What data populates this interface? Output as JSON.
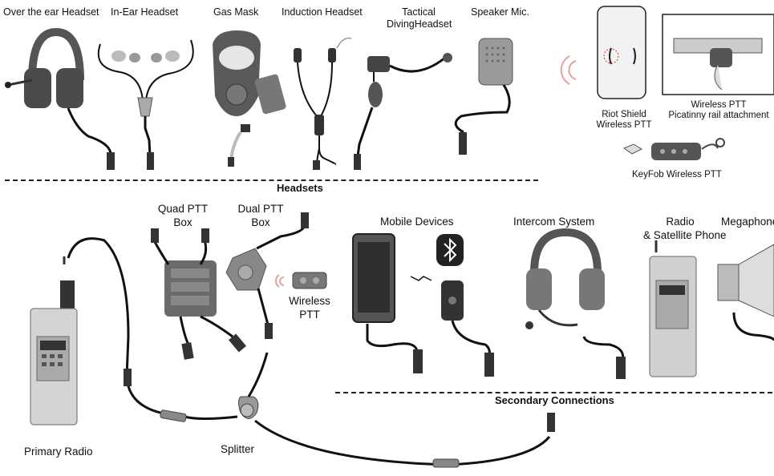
{
  "top_labels": {
    "over_ear": "Over the ear Headset",
    "in_ear": "In-Ear Headset",
    "gas_mask": "Gas Mask",
    "induction": "Induction Headset",
    "tactical_line1": "Tactical",
    "tactical_line2": "DivingHeadset",
    "speaker_mic": "Speaker Mic."
  },
  "wireless_labels": {
    "riot_line1": "Riot Shield",
    "riot_line2": "Wireless PTT",
    "pica_line1": "Wireless PTT",
    "pica_line2": "Picatinny rail attachment",
    "keyfob": "KeyFob Wireless PTT"
  },
  "section_titles": {
    "headsets": "Headsets",
    "secondary": "Secondary Connections"
  },
  "mid_labels": {
    "quad_line1": "Quad PTT",
    "quad_line2": "Box",
    "dual_line1": "Dual PTT",
    "dual_line2": "Box",
    "wireless_line1": "Wireless",
    "wireless_line2": "PTT",
    "mobile": "Mobile Devices",
    "intercom": "Intercom System",
    "radio_line1": "Radio",
    "radio_line2": "& Satellite Phone",
    "megaphone": "Megaphone",
    "primary_radio": "Primary Radio",
    "splitter": "Splitter"
  },
  "colors": {
    "device_dark": "#3a3a3a",
    "device_mid": "#8c8c8c",
    "device_light": "#cfcfcf",
    "wireless_signal": "#e8a0a0",
    "line": "#111111"
  }
}
